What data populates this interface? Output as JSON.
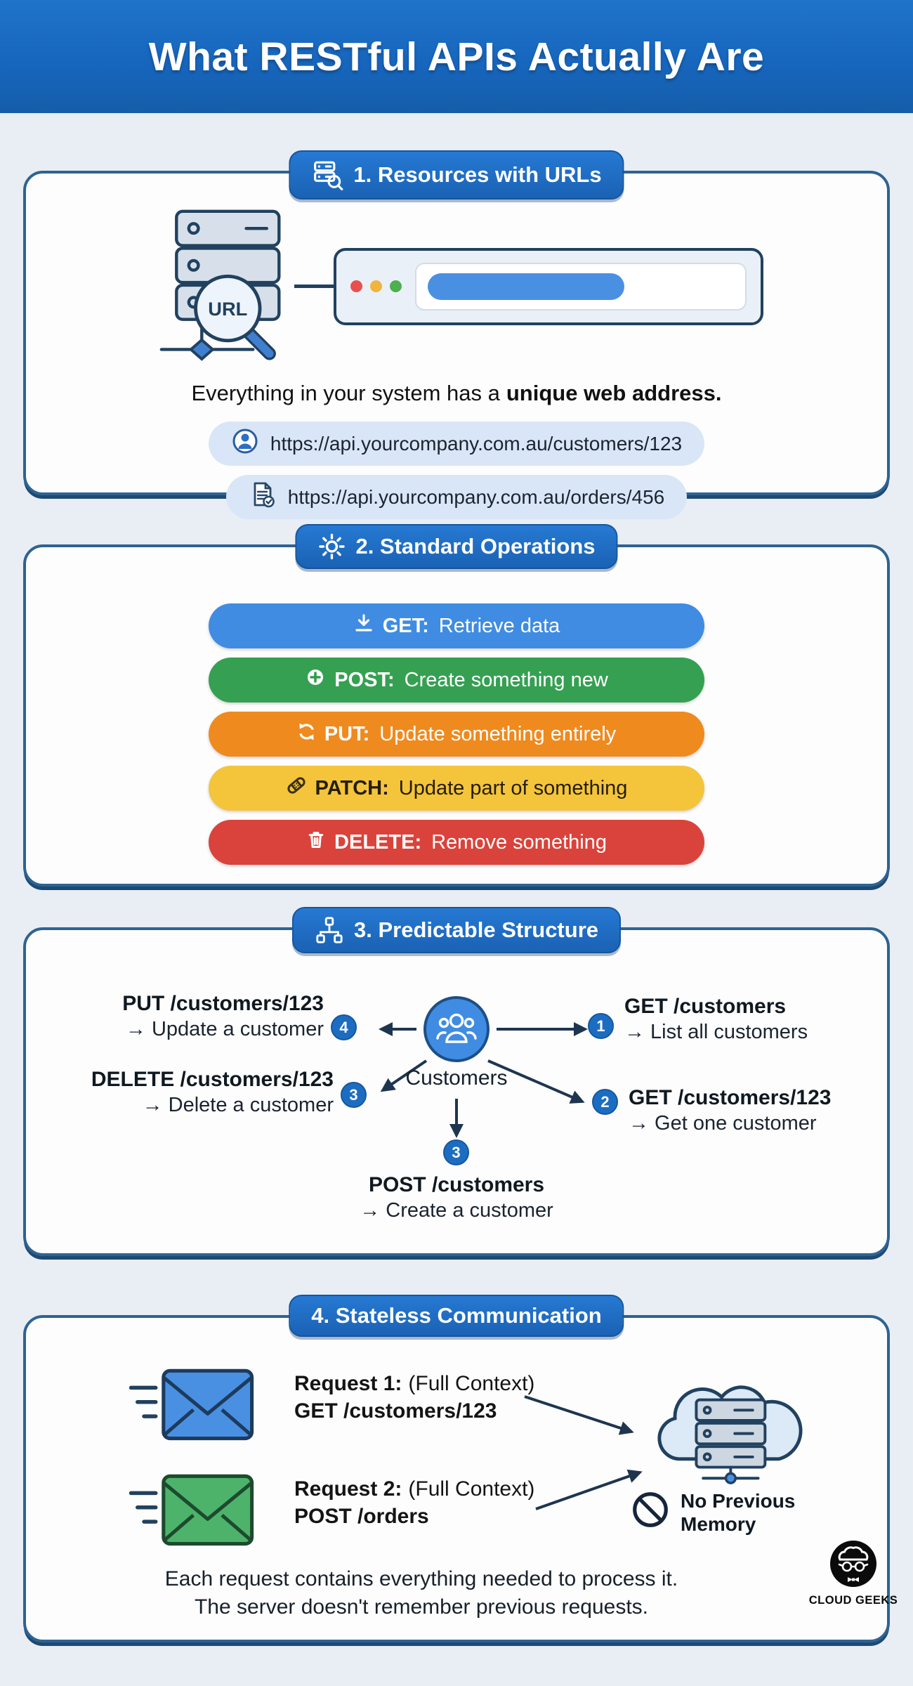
{
  "page": {
    "title": "What RESTful APIs Actually Are",
    "brand": {
      "name": "CLOUD GEEKS"
    }
  },
  "colors": {
    "header_blue": "#1766be",
    "badge_blue": "#1f6ec7",
    "card_border": "#2e6391",
    "page_bg": "#e9edf4",
    "get_blue": "#3f8ce2",
    "post_green": "#35a052",
    "put_orange": "#ef8a1e",
    "patch_yellow": "#f4c43b",
    "delete_red": "#d9433b",
    "url_pill_bg": "#d9e6f7",
    "envelope_blue": "#4a90e2",
    "envelope_green": "#4db36b",
    "browser_dot_red": "#e8504f",
    "browser_dot_yellow": "#f0b53e",
    "browser_dot_green": "#4caf50",
    "diagram_arrow": "#1e3550"
  },
  "section1": {
    "badge": "1. Resources with URLs",
    "server_label": "URL",
    "caption_prefix": "Everything in your system has a",
    "caption_bold": "unique web address.",
    "urls": [
      {
        "icon": "user-icon",
        "text": "https://api.yourcompany.com.au/customers/123"
      },
      {
        "icon": "document-icon",
        "text": "https://api.yourcompany.com.au/orders/456"
      }
    ]
  },
  "section2": {
    "badge": "2. Standard Operations",
    "operations": [
      {
        "icon": "download-icon",
        "method": "GET:",
        "desc": "Retrieve data"
      },
      {
        "icon": "plus-circle-icon",
        "method": "POST:",
        "desc": "Create something new"
      },
      {
        "icon": "refresh-icon",
        "method": "PUT:",
        "desc": "Update something entirely"
      },
      {
        "icon": "bandage-icon",
        "method": "PATCH:",
        "desc": "Update part of something"
      },
      {
        "icon": "trash-icon",
        "method": "DELETE:",
        "desc": "Remove something"
      }
    ]
  },
  "section3": {
    "badge": "3. Predictable Structure",
    "center_label": "Customers",
    "nodes": {
      "right_top": {
        "num": "1",
        "method": "GET /customers",
        "desc": "→ List all customers"
      },
      "right_bottom": {
        "num": "2",
        "method": "GET /customers/123",
        "desc": "→ Get one customer"
      },
      "bottom": {
        "num": "3",
        "method": "POST /customers",
        "desc": "→ Create a customer"
      },
      "left_bottom": {
        "num": "3",
        "method": "DELETE /customers/123",
        "desc": "→ Delete a customer"
      },
      "left_top": {
        "num": "4",
        "method": "PUT /customers/123",
        "desc": "→ Update a customer"
      }
    }
  },
  "section4": {
    "badge": "4. Stateless Communication",
    "requests": [
      {
        "label": "Request 1:",
        "context": "(Full Context)",
        "method": "GET /customers/123",
        "envelope": "blue"
      },
      {
        "label": "Request 2:",
        "context": "(Full Context)",
        "method": "POST /orders",
        "envelope": "green"
      }
    ],
    "no_memory_line1": "No Previous",
    "no_memory_line2": "Memory",
    "footer_line1": "Each request contains everything needed to process it.",
    "footer_line2": "The server doesn't remember previous requests."
  }
}
